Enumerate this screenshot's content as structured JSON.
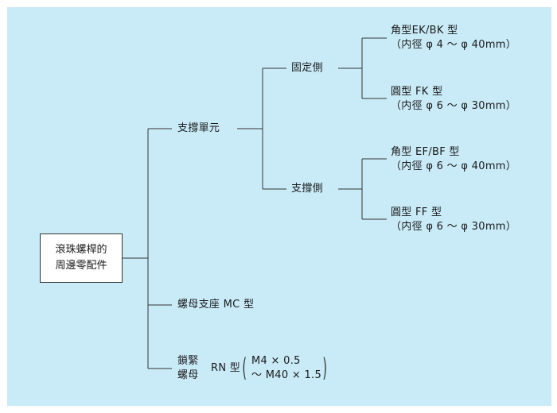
{
  "root": {
    "line1": "滾珠螺桿的",
    "line2": "周邊零配件"
  },
  "support_unit": {
    "label": "支撐單元",
    "fixed_side": {
      "label": "固定側",
      "square": {
        "name": "角型EK/BK 型",
        "range": "（内徑 φ 4 ～ φ 40mm）"
      },
      "round": {
        "name": "圓型 FK 型",
        "range": "（内徑 φ 6 ～ φ 30mm）"
      }
    },
    "support_side": {
      "label": "支撐側",
      "square": {
        "name": "角型 EF/BF 型",
        "range": "（内徑 φ 6 ～ φ 40mm）"
      },
      "round": {
        "name": "圓型 FF 型",
        "range": "（内徑 φ 6 ～ φ 30mm）"
      }
    }
  },
  "nut_bracket": {
    "label": "螺母支座  MC 型"
  },
  "lock_nut": {
    "line1": "鎖緊",
    "line2": "螺母",
    "type": "RN 型",
    "range1": "M4 × 0.5",
    "range2": "～ M40 × 1.5"
  },
  "colors": {
    "background": "#c9ebf7",
    "line": "#333333",
    "box": "#ffffff"
  }
}
